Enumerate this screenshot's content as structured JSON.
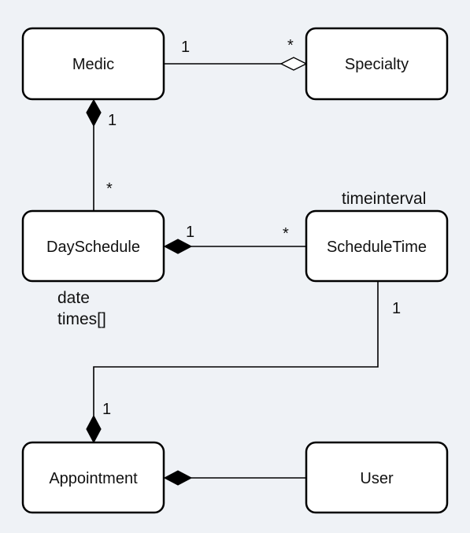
{
  "classes": {
    "medic": "Medic",
    "specialty": "Specialty",
    "day_schedule": "DaySchedule",
    "schedule_time": "ScheduleTime",
    "appointment": "Appointment",
    "user": "User"
  },
  "attributes": {
    "schedule_time": [
      "timeinterval"
    ],
    "day_schedule": [
      "date",
      "times[]"
    ]
  },
  "relations": {
    "medic_specialty": {
      "type": "aggregation",
      "source_mult": "1",
      "target_mult": "*"
    },
    "medic_dayschedule": {
      "type": "composition",
      "source_mult": "1",
      "target_mult": "*"
    },
    "dayschedule_scheduletime": {
      "type": "composition",
      "source_mult": "1",
      "target_mult": "*"
    },
    "scheduletime_appointment": {
      "type": "composition",
      "source_mult": "1",
      "target_mult": "1"
    },
    "user_appointment": {
      "type": "composition"
    }
  },
  "colors": {
    "background": "#eff2f6",
    "box_fill": "#ffffff",
    "stroke": "#000000"
  }
}
